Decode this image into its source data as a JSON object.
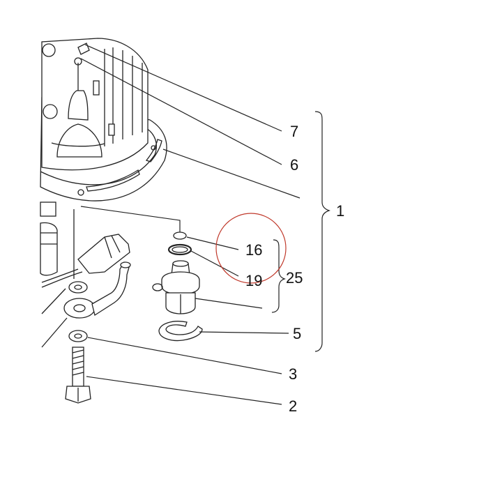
{
  "callouts": {
    "c7": "7",
    "c6": "6",
    "c1": "1",
    "c16": "16",
    "c19": "19",
    "c25": "25",
    "c5": "5",
    "c3": "3",
    "c2": "2"
  },
  "colors": {
    "line": "#222222",
    "highlight_circle": "#c0392b"
  }
}
